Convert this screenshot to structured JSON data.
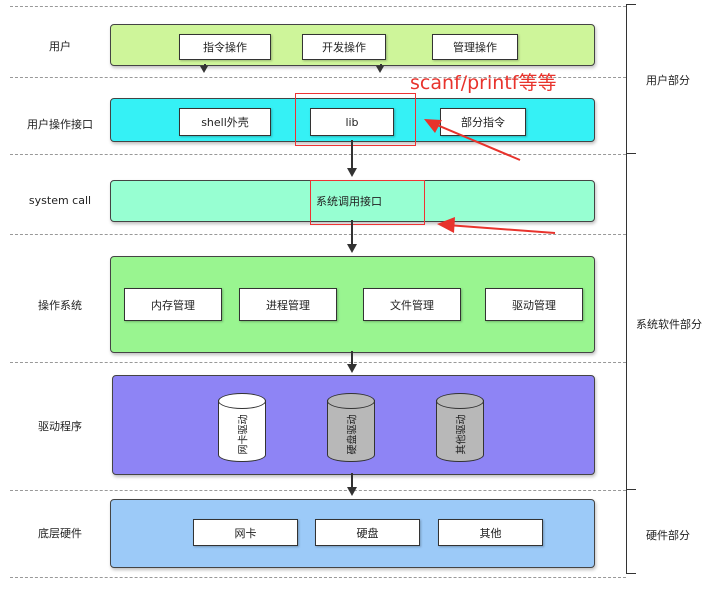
{
  "rows": [
    {
      "label": "用户",
      "color": "#cef59a",
      "items": [
        "指令操作",
        "开发操作",
        "管理操作"
      ]
    },
    {
      "label": "用户操作接口",
      "color": "#35f1f5",
      "items": [
        "shell外壳",
        "lib",
        "部分指令"
      ]
    },
    {
      "label": "system call",
      "color": "#97ffd2",
      "items": [
        "系统调用接口"
      ]
    },
    {
      "label": "操作系统",
      "color": "#99f590",
      "items": [
        "内存管理",
        "进程管理",
        "文件管理",
        "驱动管理"
      ]
    },
    {
      "label": "驱动程序",
      "color": "#8e84f5",
      "items": [
        "网卡驱动",
        "硬盘驱动",
        "其他驱动"
      ]
    },
    {
      "label": "底层硬件",
      "color": "#9ccaf8",
      "items": [
        "网卡",
        "硬盘",
        "其他"
      ]
    }
  ],
  "sections": [
    "用户部分",
    "系统软件部分",
    "硬件部分"
  ],
  "annotation": "scanf/printf等等",
  "annotation_color": "#e8332c",
  "cylinder_colors": [
    "#ffffff",
    "#b8b8b8",
    "#b8b8b8"
  ]
}
